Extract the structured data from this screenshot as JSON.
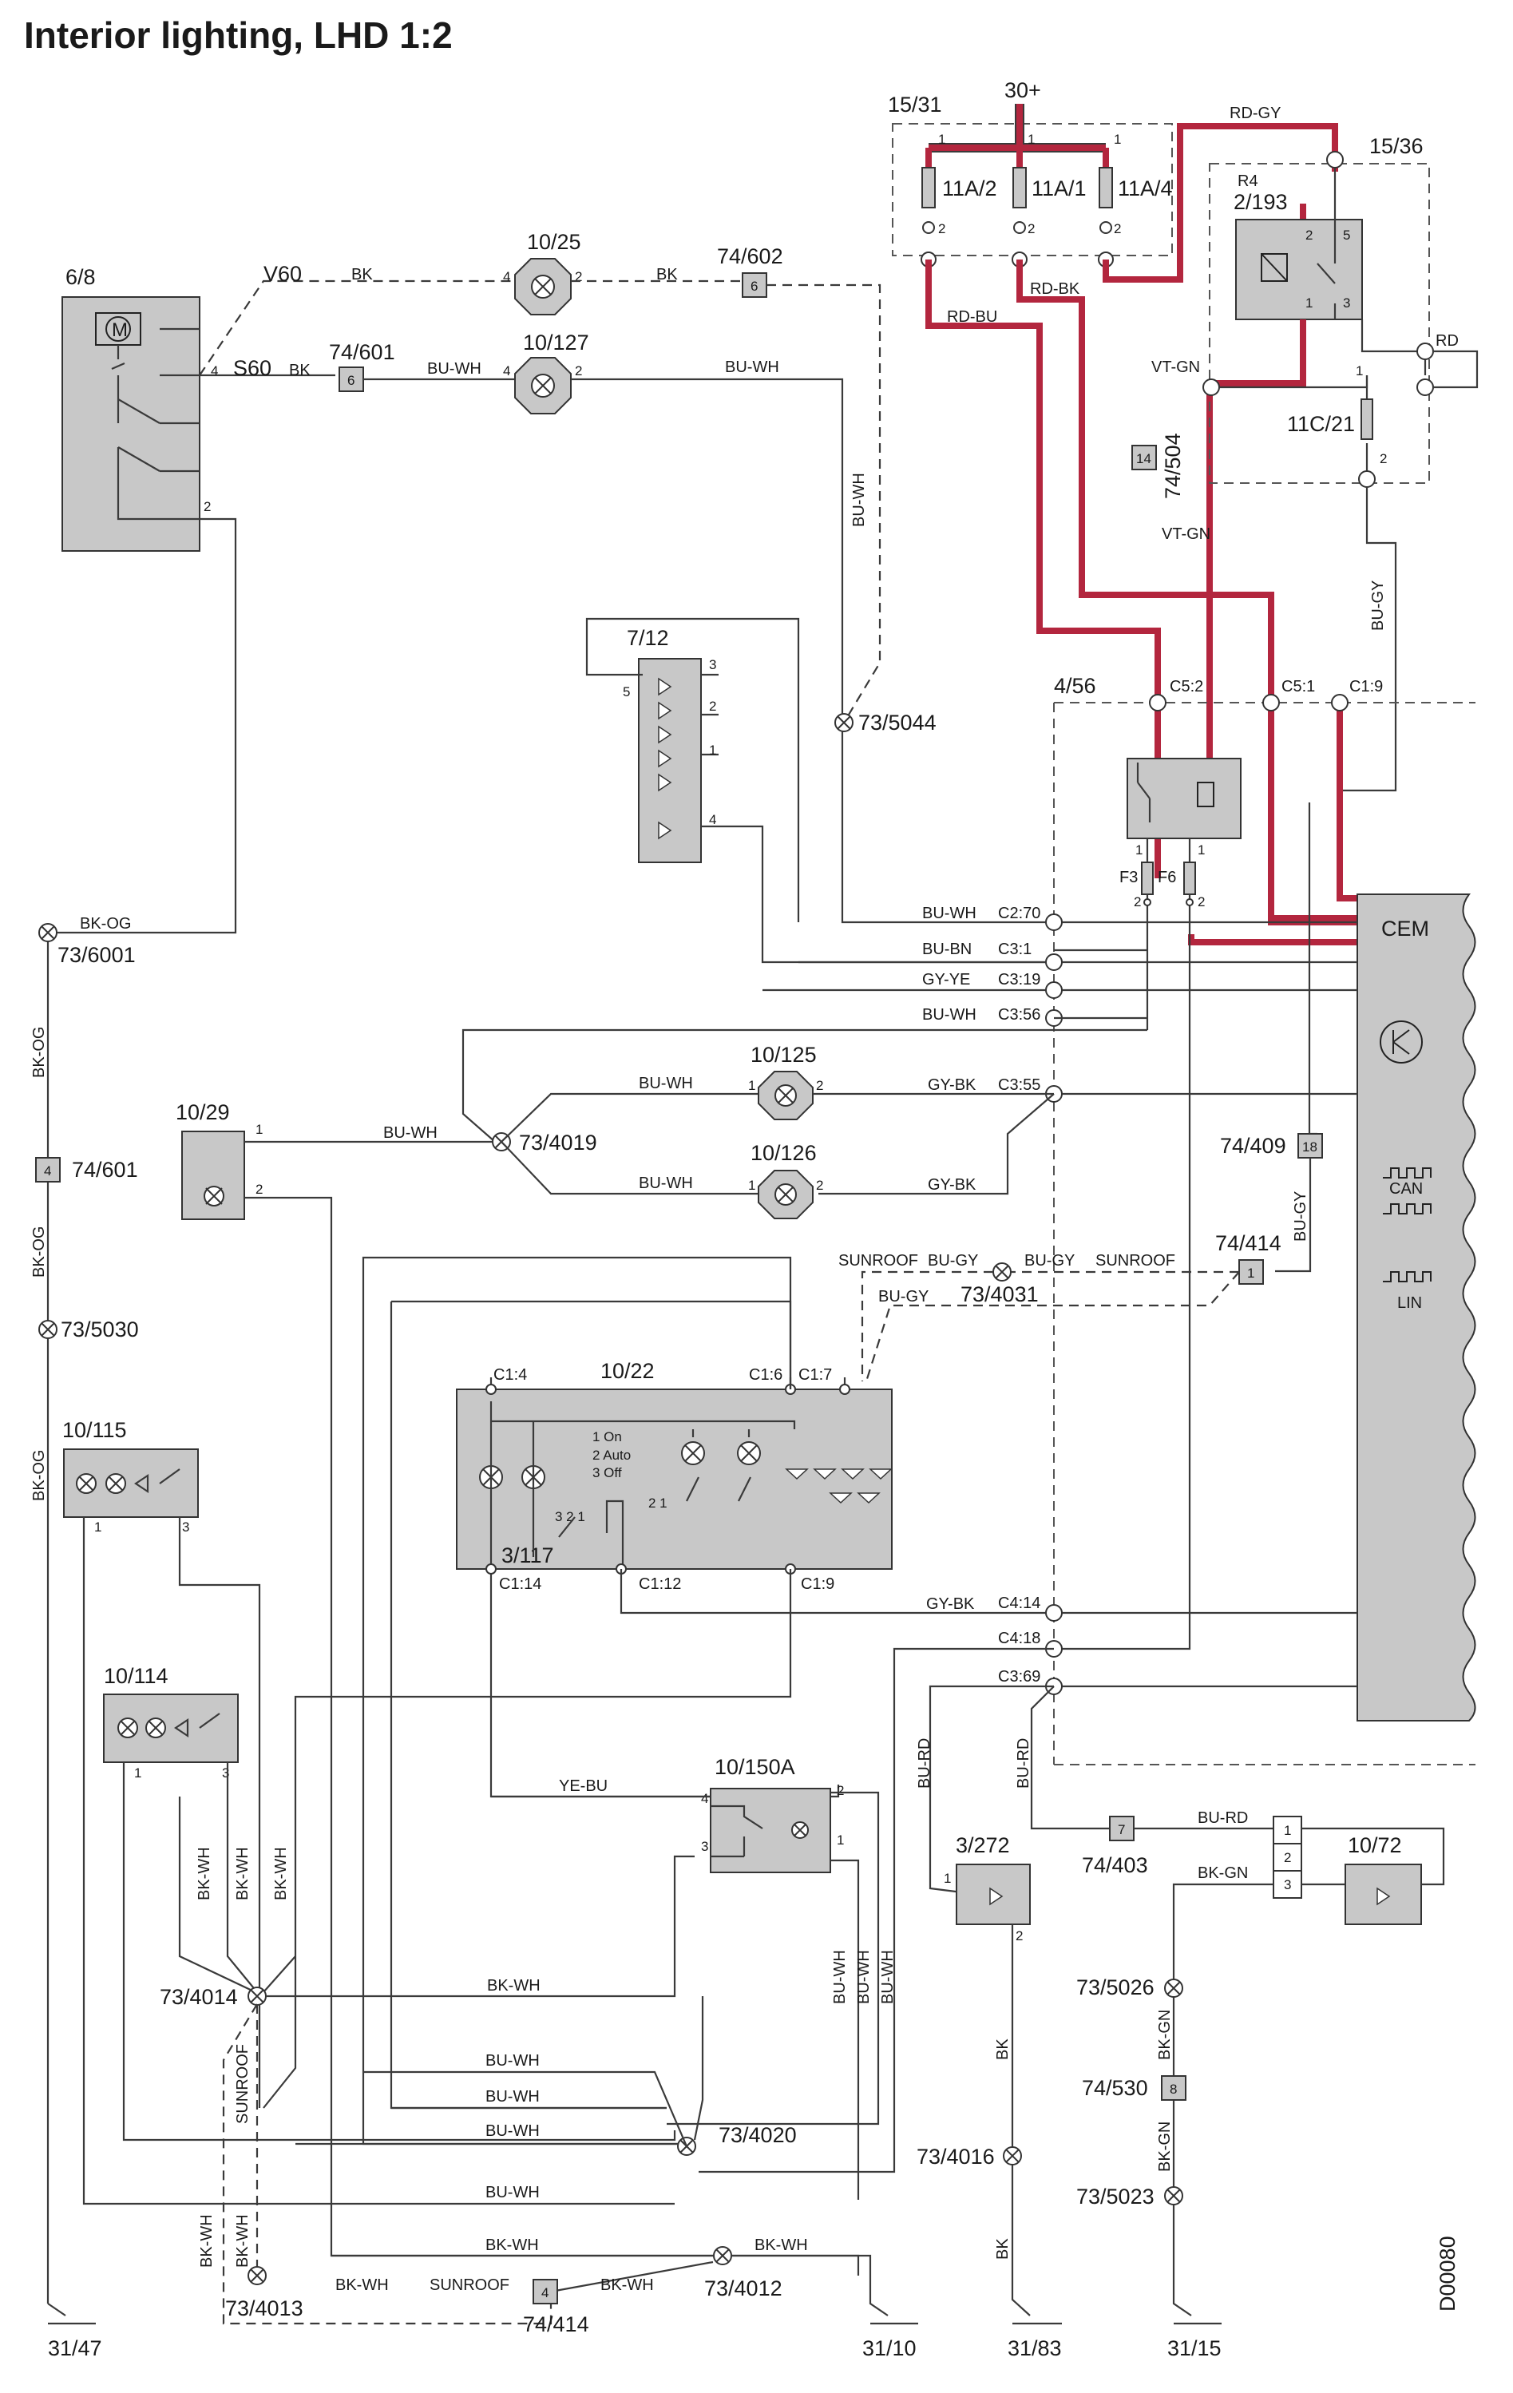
{
  "title": "Interior lighting, LHD 1:2",
  "doc_id": "D00080",
  "labels": {
    "l_6_8": "6/8",
    "l_v60": "V60",
    "l_s60": "S60",
    "l_10_25": "10/25",
    "l_74_602": "74/602",
    "l_10_127": "10/127",
    "l_74_601a": "74/601",
    "l_15_31": "15/31",
    "l_30p": "30+",
    "l_15_36": "15/36",
    "l_r4": "R4",
    "l_2_193": "2/193",
    "l_11c21": "11C/21",
    "l_74_504": "74/504",
    "l_7_12": "7/12",
    "l_73_5044": "73/5044",
    "l_4_56": "4/56",
    "l_cem": "CEM",
    "l_73_6001": "73/6001",
    "l_74_601b": "74/601",
    "l_73_5030": "73/5030",
    "l_10_29": "10/29",
    "l_73_4019": "73/4019",
    "l_10_125": "10/125",
    "l_10_126": "10/126",
    "l_74_409": "74/409",
    "l_74_414a": "74/414",
    "l_73_4031": "73/4031",
    "l_can": "CAN",
    "l_lin": "LIN",
    "l_10_115": "10/115",
    "l_10_22": "10/22",
    "l_3_117": "3/117",
    "l_10_114": "10/114",
    "l_10_150a": "10/150A",
    "l_3_272": "3/272",
    "l_74_403": "74/403",
    "l_10_72": "10/72",
    "l_73_5026": "73/5026",
    "l_74_530": "74/530",
    "l_73_5023": "73/5023",
    "l_73_4014": "73/4014",
    "l_73_4020": "73/4020",
    "l_73_4016": "73/4016",
    "l_73_4012": "73/4012",
    "l_73_4013": "73/4013",
    "l_74_414b": "74/414",
    "l_31_47": "31/47",
    "l_31_10": "31/10",
    "l_31_83": "31/83",
    "l_31_15": "31/15"
  },
  "fuses": {
    "f_11a2": "11A/2",
    "f_11a1": "11A/1",
    "f_11a4": "11A/4",
    "f_f3": "F3",
    "f_f6": "F6"
  },
  "connectors": {
    "c52": "C5:2",
    "c51": "C5:1",
    "c19": "C1:9",
    "c270": "C2:70",
    "c31": "C3:1",
    "c319": "C3:19",
    "c356": "C3:56",
    "c355": "C3:55",
    "c414": "C4:14",
    "c418": "C4:18",
    "c369": "C3:69",
    "c14": "C1:4",
    "c16": "C1:6",
    "c17": "C1:7",
    "c114": "C1:14",
    "c112": "C1:12",
    "c19b": "C1:9"
  },
  "wires": {
    "bk1": "BK",
    "bk2": "BK",
    "bk3": "BK",
    "buwh1": "BU-WH",
    "buwh2": "BU-WH",
    "buwh3": "BU-WH",
    "rdgy": "RD-GY",
    "rdbk": "RD-BK",
    "rdbu": "RD-BU",
    "rd": "RD",
    "vtgn1": "VT-GN",
    "vtgn2": "VT-GN",
    "bugy1": "BU-GY",
    "bkog1": "BK-OG",
    "bkog2": "BK-OG",
    "bkog3": "BK-OG",
    "bkog4": "BK-OG",
    "buwh4": "BU-WH",
    "bubn": "BU-BN",
    "gyye": "GY-YE",
    "buwh5": "BU-WH",
    "buwh6": "BU-WH",
    "gybk1": "GY-BK",
    "buwh7": "BU-WH",
    "gybk2": "GY-BK",
    "buwh8": "BU-WH",
    "bugy2": "BU-GY",
    "sunroof1": "SUNROOF",
    "bugy3": "BU-GY",
    "bugy4": "BU-GY",
    "sunroof2": "SUNROOF",
    "bugy5": "BU-GY",
    "gybk3": "GY-BK",
    "yebu": "YE-BU",
    "burd1": "BU-RD",
    "burd2": "BU-RD",
    "burd3": "BU-RD",
    "bkgn1": "BK-GN",
    "bkgn2": "BK-GN",
    "bkgn3": "BK-GN",
    "bkwh1": "BK-WH",
    "bkwh2": "BK-WH",
    "bkwh3": "BK-WH",
    "bkwh4": "BK-WH",
    "bkwh5": "BK-WH",
    "bkwh6": "BK-WH",
    "bkwh7": "BK-WH",
    "bkwh8": "BK-WH",
    "bkwh9": "BK-WH",
    "bkwh10": "BK-WH",
    "buwh9": "BU-WH",
    "buwh10": "BU-WH",
    "buwh11": "BU-WH",
    "buwh12": "BU-WH",
    "buwh13": "BU-WH",
    "buwh14": "BU-WH",
    "buwh15": "BU-WH",
    "sunroof3": "SUNROOF",
    "sunroof4": "SUNROOF",
    "bk4": "BK",
    "bk5": "BK"
  },
  "switch_legend": {
    "s1": "1 On",
    "s2": "2 Auto",
    "s3": "3 Off"
  },
  "pins": {
    "n1": "1",
    "n2": "2",
    "n3": "3",
    "n4": "4",
    "n5": "5",
    "n6": "6",
    "n7": "7",
    "n8": "8",
    "n14": "14",
    "n18": "18",
    "p321": "3 2 1",
    "p21": "2 1"
  }
}
